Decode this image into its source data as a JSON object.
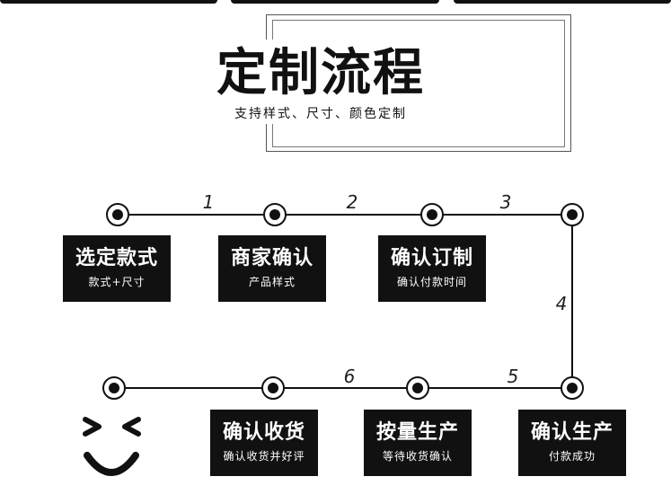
{
  "header": {
    "title": "定制流程",
    "subtitle": "支持样式、尺寸、颜色定制"
  },
  "connectors": [
    "1",
    "2",
    "3",
    "4",
    "5",
    "6"
  ],
  "steps": [
    {
      "title": "选定款式",
      "subtitle": "款式+尺寸"
    },
    {
      "title": "商家确认",
      "subtitle": "产品样式"
    },
    {
      "title": "确认订制",
      "subtitle": "确认付款时间"
    },
    {
      "title": "确认生产",
      "subtitle": "付款成功"
    },
    {
      "title": "按量生产",
      "subtitle": "等待收货确认"
    },
    {
      "title": "确认收货",
      "subtitle": "确认收货并好评"
    }
  ],
  "colors": {
    "box": "#111111",
    "text": "#ffffff",
    "line": "#111111"
  },
  "icons": [
    "smiley-face-icon"
  ]
}
